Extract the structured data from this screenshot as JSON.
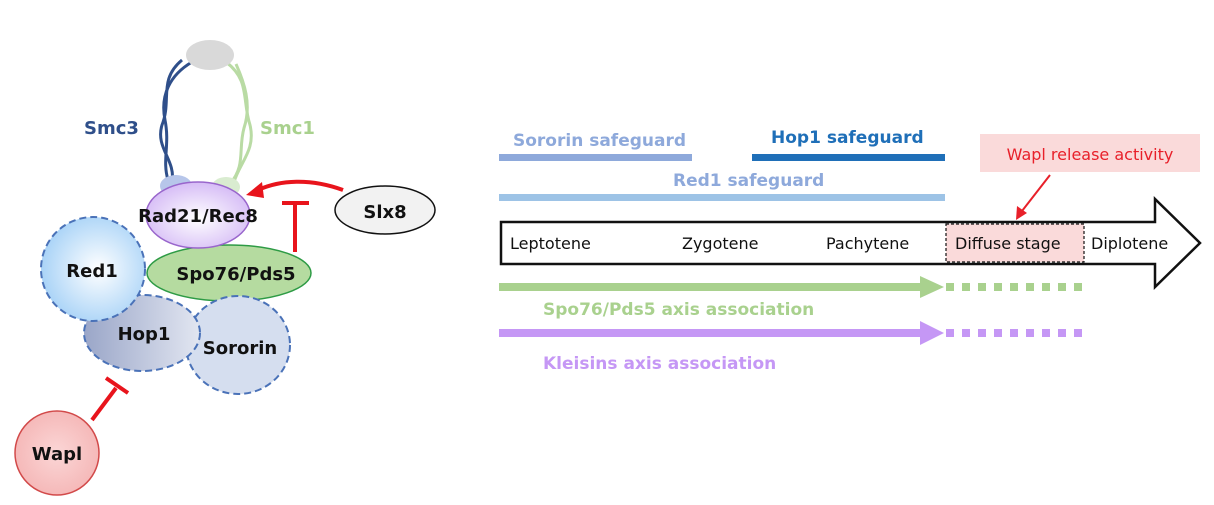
{
  "model": {
    "smc3": {
      "label": "Smc3",
      "color": "#2f4f8a"
    },
    "smc1": {
      "label": "Smc1",
      "color": "#a9d18e"
    },
    "hinge": {
      "color": "#d9d9d9"
    },
    "rad21": {
      "label": "Rad21/Rec8",
      "fill": "#dcc6f7",
      "stroke": "#9966cc"
    },
    "spo76": {
      "label": "Spo76/Pds5",
      "fill": "#b5dba0",
      "stroke": "#2e9b45"
    },
    "red1": {
      "label": "Red1",
      "fill": "#cfe6fb"
    },
    "hop1": {
      "label": "Hop1",
      "fill": "#b8c3dc"
    },
    "sororin": {
      "label": "Sororin",
      "fill": "#d5deef"
    },
    "slx8": {
      "label": "Slx8",
      "fill": "#f2f2f2"
    },
    "wapl": {
      "label": "Wapl",
      "fill": "#f6c4c4",
      "stroke": "#d24a4a"
    },
    "inhibit_color": "#e8141c"
  },
  "timeline": {
    "safeguards": [
      {
        "label": "Sororin safeguard",
        "color": "#8ea9db"
      },
      {
        "label": "Hop1 safeguard",
        "color": "#1f6fb8"
      },
      {
        "label": "Red1 safeguard",
        "color": "#9dc3e6"
      }
    ],
    "wapl_release": {
      "label": "Wapl release activity",
      "bg": "#fadada",
      "color": "#e8202a"
    },
    "stages": [
      "Leptotene",
      "Zygotene",
      "Pachytene",
      "Diffuse stage",
      "Diplotene"
    ],
    "associations": [
      {
        "label": "Spo76/Pds5 axis association",
        "color": "#a9d18e"
      },
      {
        "label": "Kleisins axis association",
        "color": "#c597f5"
      }
    ]
  }
}
